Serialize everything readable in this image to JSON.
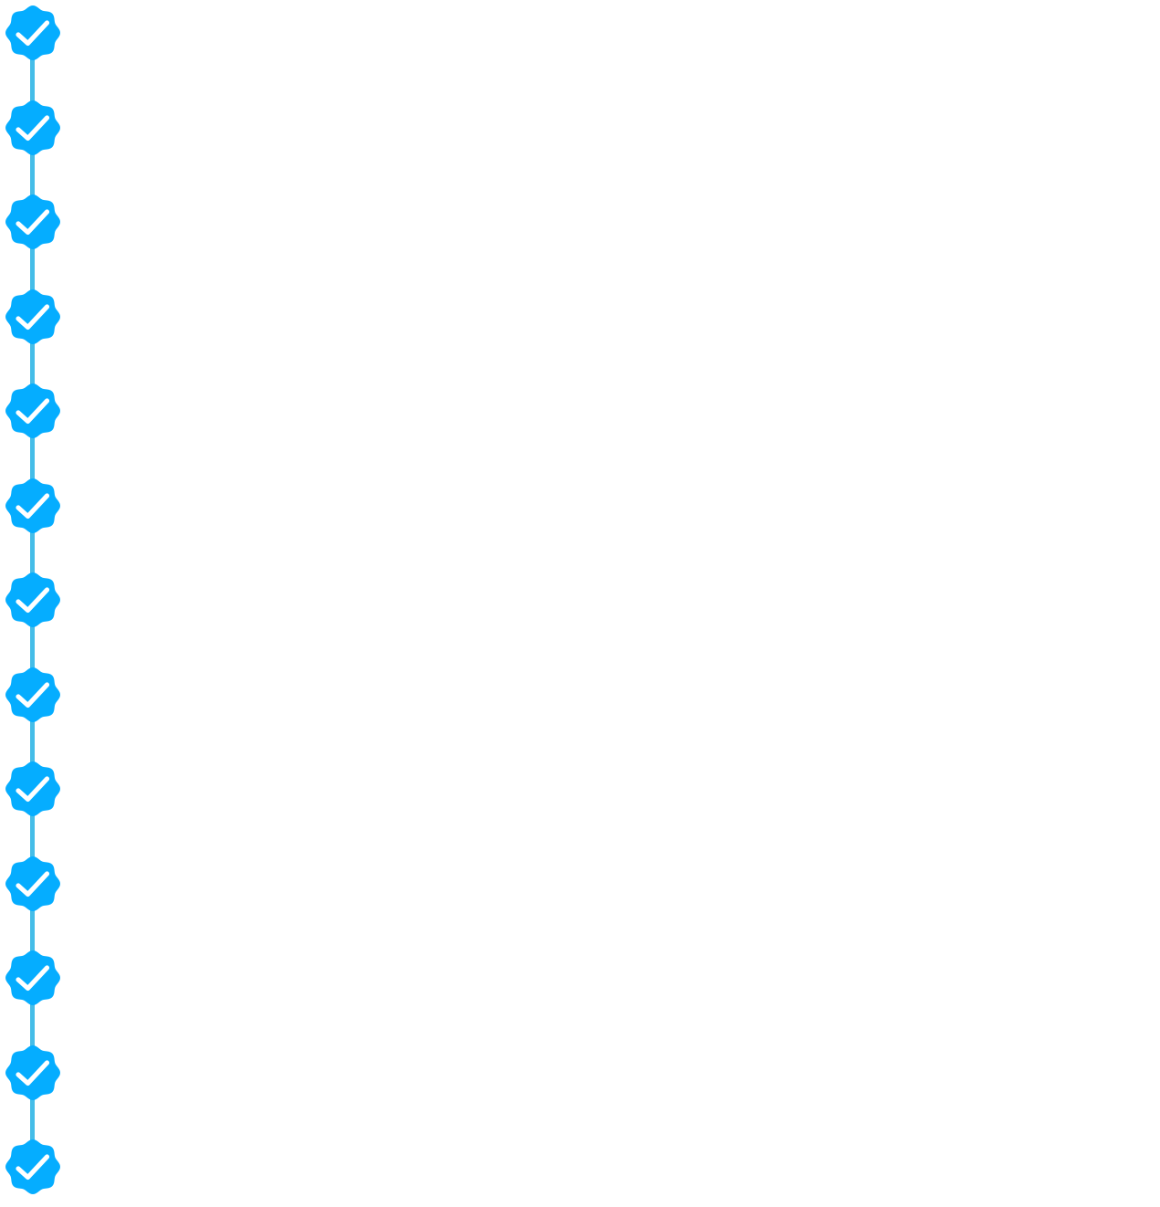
{
  "colors": {
    "badge_fill": "#05adff",
    "connector": "#45bde8",
    "check": "#ffffff"
  },
  "stepper": {
    "steps": [
      {
        "status": "completed",
        "icon": "verified-check-icon"
      },
      {
        "status": "completed",
        "icon": "verified-check-icon"
      },
      {
        "status": "completed",
        "icon": "verified-check-icon"
      },
      {
        "status": "completed",
        "icon": "verified-check-icon"
      },
      {
        "status": "completed",
        "icon": "verified-check-icon"
      },
      {
        "status": "completed",
        "icon": "verified-check-icon"
      },
      {
        "status": "completed",
        "icon": "verified-check-icon"
      },
      {
        "status": "completed",
        "icon": "verified-check-icon"
      },
      {
        "status": "completed",
        "icon": "verified-check-icon"
      },
      {
        "status": "completed",
        "icon": "verified-check-icon"
      },
      {
        "status": "completed",
        "icon": "verified-check-icon"
      },
      {
        "status": "completed",
        "icon": "verified-check-icon"
      },
      {
        "status": "completed",
        "icon": "verified-check-icon"
      }
    ]
  }
}
